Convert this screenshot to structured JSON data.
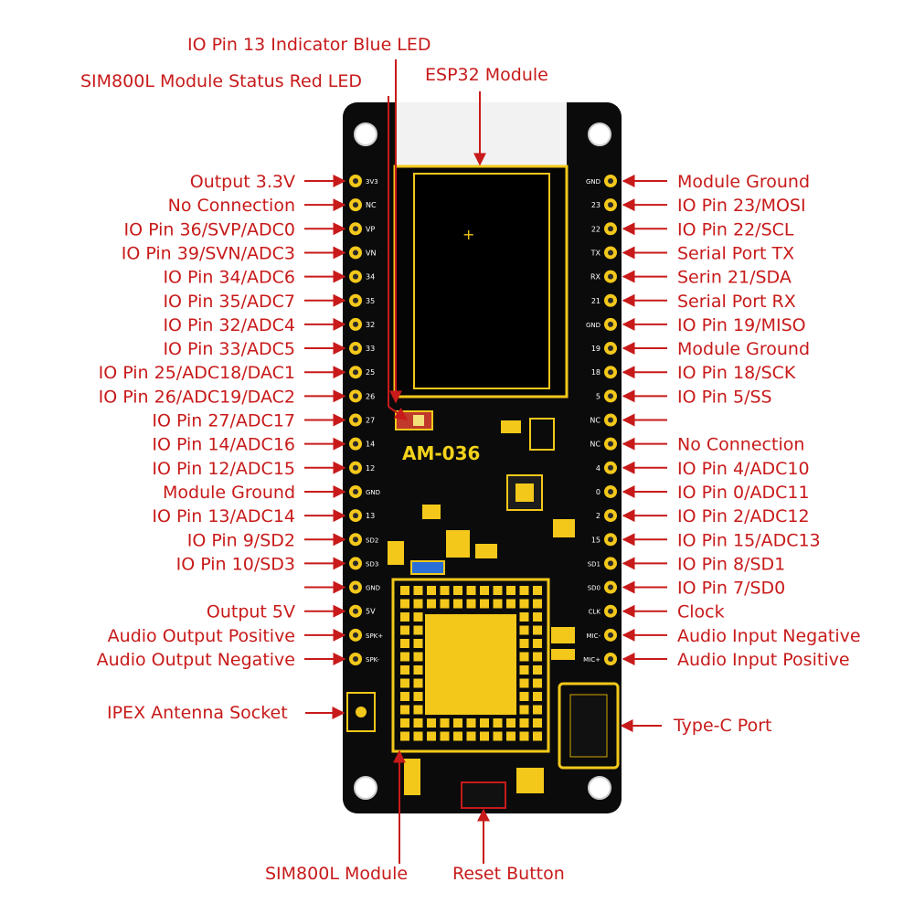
{
  "board": {
    "title": "AM-036",
    "colors": {
      "pcb": "#0b0b0b",
      "gold": "#f3c81a",
      "label": "#c81a1a",
      "connector": "#e6e6e6",
      "blue_led": "#2a6fd6"
    }
  },
  "callouts": {
    "top": [
      {
        "id": "blue-led",
        "text": "IO Pin 13 Indicator Blue LED"
      },
      {
        "id": "red-led",
        "text": "SIM800L Module Status Red LED"
      },
      {
        "id": "esp32",
        "text": "ESP32 Module"
      }
    ],
    "bottom": [
      {
        "id": "sim800l",
        "text": "SIM800L Module"
      },
      {
        "id": "reset",
        "text": "Reset Button"
      }
    ],
    "ipex": "IPEX Antenna Socket",
    "typec": "Type-C Port"
  },
  "left_pins": [
    {
      "label": "Output 3.3V",
      "silk": "3V3"
    },
    {
      "label": "No Connection",
      "silk": "NC"
    },
    {
      "label": "IO Pin 36/SVP/ADC0",
      "silk": "VP"
    },
    {
      "label": "IO Pin 39/SVN/ADC3",
      "silk": "VN"
    },
    {
      "label": "IO Pin 34/ADC6",
      "silk": "34"
    },
    {
      "label": "IO Pin 35/ADC7",
      "silk": "35"
    },
    {
      "label": "IO Pin 32/ADC4",
      "silk": "32"
    },
    {
      "label": "IO Pin 33/ADC5",
      "silk": "33"
    },
    {
      "label": "IO Pin 25/ADC18/DAC1",
      "silk": "25"
    },
    {
      "label": "IO Pin 26/ADC19/DAC2",
      "silk": "26"
    },
    {
      "label": "IO Pin 27/ADC17",
      "silk": "27"
    },
    {
      "label": "IO Pin 14/ADC16",
      "silk": "14"
    },
    {
      "label": "IO Pin 12/ADC15",
      "silk": "12"
    },
    {
      "label": "Module Ground",
      "silk": "GND"
    },
    {
      "label": "IO Pin 13/ADC14",
      "silk": "13"
    },
    {
      "label": "IO Pin 9/SD2",
      "silk": "SD2"
    },
    {
      "label": "IO Pin 10/SD3",
      "silk": "SD3"
    },
    {
      "label": "",
      "silk": "GND"
    },
    {
      "label": "Output 5V",
      "silk": "5V"
    },
    {
      "label": "Audio Output Positive",
      "silk": "SPK+"
    },
    {
      "label": "Audio Output Negative",
      "silk": "SPK-"
    }
  ],
  "right_pins": [
    {
      "label": "Module Ground",
      "silk": "GND"
    },
    {
      "label": "IO Pin 23/MOSI",
      "silk": "23"
    },
    {
      "label": "IO Pin 22/SCL",
      "silk": "22"
    },
    {
      "label": "Serial Port TX",
      "silk": "TX"
    },
    {
      "label": "Serin 21/SDA",
      "silk": "RX"
    },
    {
      "label": "Serial Port RX",
      "silk": "21"
    },
    {
      "label": "IO Pin 19/MISO",
      "silk": "GND"
    },
    {
      "label": "Module Ground",
      "silk": "19"
    },
    {
      "label": "IO Pin 18/SCK",
      "silk": "18"
    },
    {
      "label": "IO Pin 5/SS",
      "silk": "5"
    },
    {
      "label": "",
      "silk": "NC"
    },
    {
      "label": "No Connection",
      "silk": "NC"
    },
    {
      "label": "IO Pin 4/ADC10",
      "silk": "4"
    },
    {
      "label": "IO Pin 0/ADC11",
      "silk": "0"
    },
    {
      "label": "IO Pin 2/ADC12",
      "silk": "2"
    },
    {
      "label": "IO Pin 15/ADC13",
      "silk": "15"
    },
    {
      "label": "IO Pin 8/SD1",
      "silk": "SD1"
    },
    {
      "label": "IO Pin 7/SD0",
      "silk": "SD0"
    },
    {
      "label": "Clock",
      "silk": "CLK"
    },
    {
      "label": "Audio Input Negative",
      "silk": "MIC-"
    },
    {
      "label": "Audio Input Positive",
      "silk": "MIC+"
    }
  ]
}
